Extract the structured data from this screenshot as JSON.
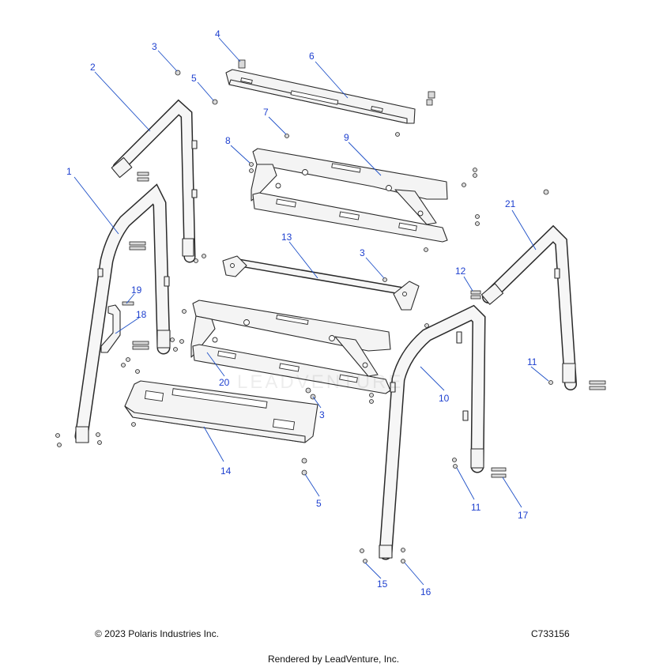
{
  "callouts": [
    {
      "id": "c1",
      "label": "1"
    },
    {
      "id": "c2",
      "label": "2"
    },
    {
      "id": "c3a",
      "label": "3"
    },
    {
      "id": "c3b",
      "label": "3"
    },
    {
      "id": "c3c",
      "label": "3"
    },
    {
      "id": "c4",
      "label": "4"
    },
    {
      "id": "c5a",
      "label": "5"
    },
    {
      "id": "c5b",
      "label": "5"
    },
    {
      "id": "c6",
      "label": "6"
    },
    {
      "id": "c7",
      "label": "7"
    },
    {
      "id": "c8",
      "label": "8"
    },
    {
      "id": "c9",
      "label": "9"
    },
    {
      "id": "c10",
      "label": "10"
    },
    {
      "id": "c11a",
      "label": "11"
    },
    {
      "id": "c11b",
      "label": "11"
    },
    {
      "id": "c12",
      "label": "12"
    },
    {
      "id": "c13",
      "label": "13"
    },
    {
      "id": "c14",
      "label": "14"
    },
    {
      "id": "c15",
      "label": "15"
    },
    {
      "id": "c16",
      "label": "16"
    },
    {
      "id": "c17",
      "label": "17"
    },
    {
      "id": "c18",
      "label": "18"
    },
    {
      "id": "c19",
      "label": "19"
    },
    {
      "id": "c20",
      "label": "20"
    },
    {
      "id": "c21",
      "label": "21"
    }
  ],
  "footer": {
    "copyright": "© 2023 Polaris Industries Inc.",
    "drawing_id": "C733156",
    "rendered_by": "Rendered by LeadVenture, Inc."
  },
  "watermark": "LEADVENTURE",
  "colors": {
    "callout": "#1d3fcf",
    "line": "#2a2a2a"
  }
}
